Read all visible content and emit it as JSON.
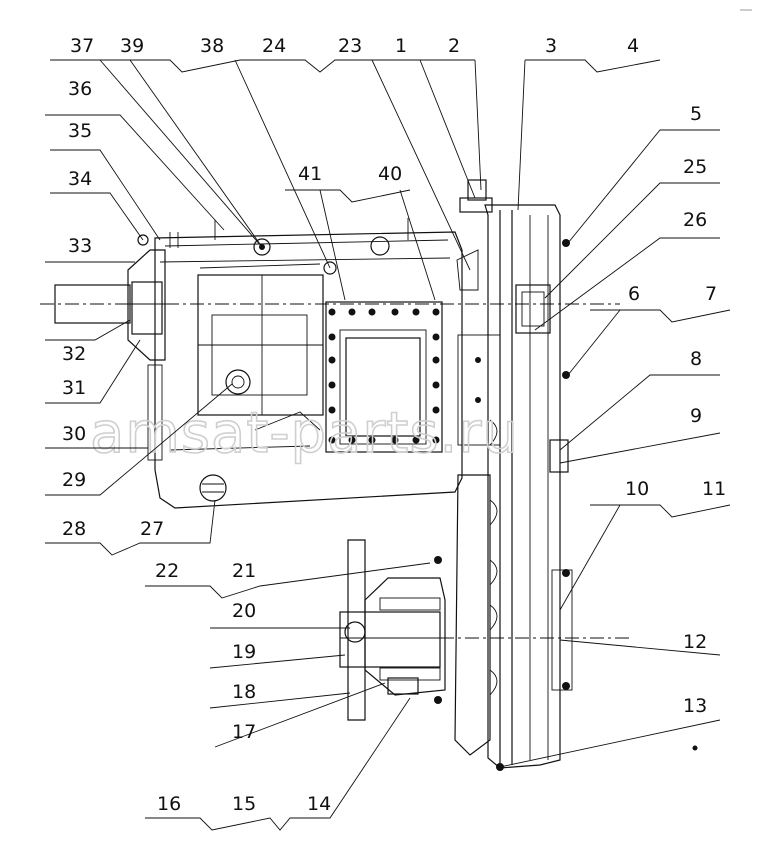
{
  "watermark": "amsat-parts.ru",
  "callouts": {
    "n1": "1",
    "n2": "2",
    "n3": "3",
    "n4": "4",
    "n5": "5",
    "n6": "6",
    "n7": "7",
    "n8": "8",
    "n9": "9",
    "n10": "10",
    "n11": "11",
    "n12": "12",
    "n13": "13",
    "n14": "14",
    "n15": "15",
    "n16": "16",
    "n17": "17",
    "n18": "18",
    "n19": "19",
    "n20": "20",
    "n21": "21",
    "n22": "22",
    "n23": "23",
    "n24": "24",
    "n25": "25",
    "n26": "26",
    "n27": "27",
    "n28": "28",
    "n29": "29",
    "n30": "30",
    "n31": "31",
    "n32": "32",
    "n33": "33",
    "n34": "34",
    "n35": "35",
    "n36": "36",
    "n37": "37",
    "n38": "38",
    "n39": "39",
    "n40": "40",
    "n41": "41"
  }
}
